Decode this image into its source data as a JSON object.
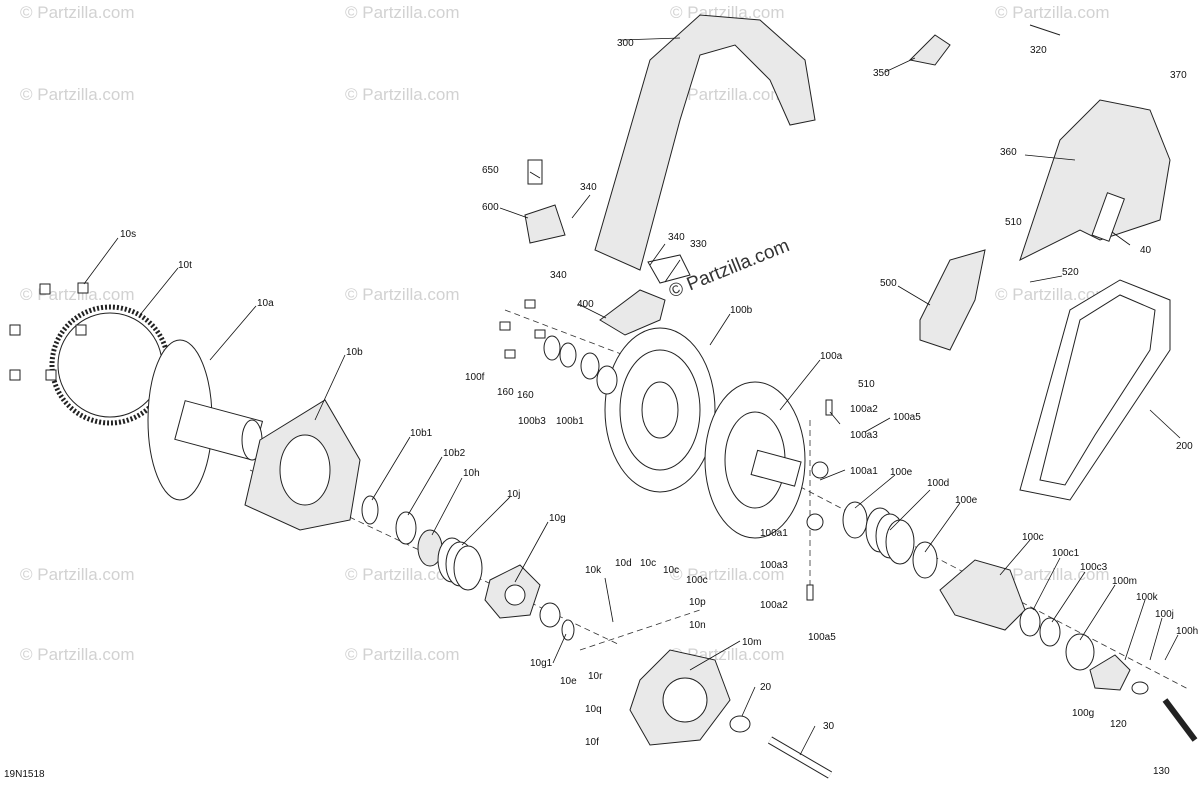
{
  "diagram_id": "19N1518",
  "watermark": {
    "small": "© Partzilla.com",
    "center": "© Partzilla.com"
  },
  "callouts": {
    "c10s": "10s",
    "c10t": "10t",
    "c10a": "10a",
    "c10b": "10b",
    "c10b1": "10b1",
    "c10b2": "10b2",
    "c10h": "10h",
    "c10j": "10j",
    "c10g": "10g",
    "c10g1": "10g1",
    "c10k": "10k",
    "c10d": "10d",
    "c10c": "10c",
    "c10c_b": "10c",
    "c10cc": "100c",
    "c10p": "10p",
    "c10n": "10n",
    "c10m": "10m",
    "c10e": "10e",
    "c10r": "10r",
    "c10q": "10q",
    "c10f": "10f",
    "c20": "20",
    "c30": "30",
    "c100f": "100f",
    "c160a": "160",
    "c160b": "160",
    "c100b3": "100b3",
    "c100b1": "100b1",
    "c100b": "100b",
    "c400": "400",
    "c600": "600",
    "c650": "650",
    "c340a": "340",
    "c340b": "340",
    "c340c": "340",
    "c330": "330",
    "c300": "300",
    "c350": "350",
    "c320": "320",
    "c370": "370",
    "c360": "360",
    "c510a": "510",
    "c510b": "510",
    "c520": "520",
    "c500": "500",
    "c40": "40",
    "c200": "200",
    "c100a": "100a",
    "c100a2": "100a2",
    "c100a5": "100a5",
    "c100a3": "100a3",
    "c100a1": "100a1",
    "c100e": "100e",
    "c100d": "100d",
    "c100e2": "100e",
    "c100a1b": "100a1",
    "c100a3b": "100a3",
    "c100a2b": "100a2",
    "c100a5b": "100a5",
    "c100c": "100c",
    "c100c1": "100c1",
    "c100c3": "100c3",
    "c100m": "100m",
    "c100k": "100k",
    "c100j": "100j",
    "c100h": "100h",
    "c100g": "100g",
    "c120": "120",
    "c130": "130"
  }
}
